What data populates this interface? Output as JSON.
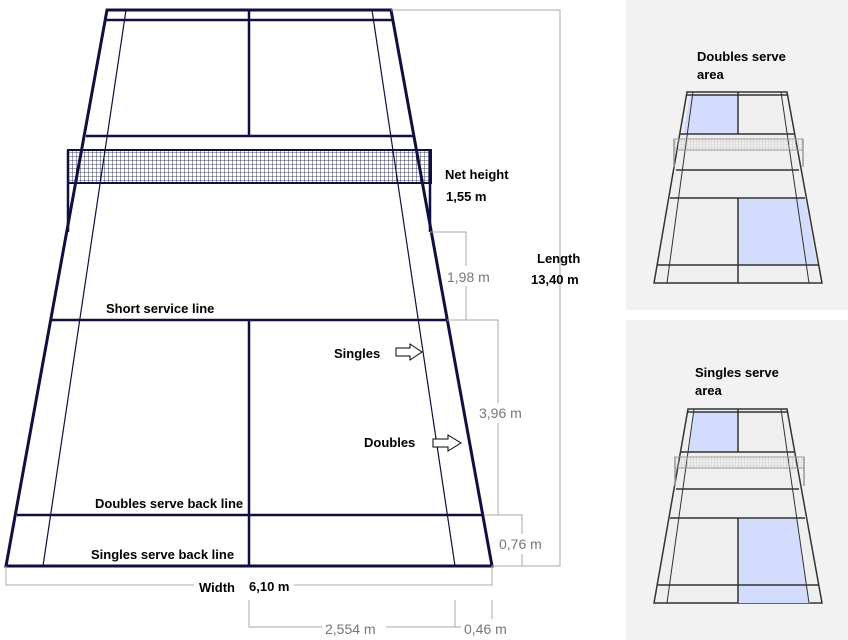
{
  "court": {
    "net_height_label": "Net height",
    "net_height_value": "1,55 m",
    "length_label": "Length",
    "length_value": "13,40 m",
    "short_service_line": "Short service line",
    "singles": "Singles",
    "doubles": "Doubles",
    "doubles_serve_back_line": "Doubles serve back line",
    "singles_serve_back_line": "Singles serve back line",
    "width_label": "Width",
    "width_value": "6,10 m"
  },
  "dimensions": {
    "d_198": "1,98 m",
    "d_396": "3,96 m",
    "d_076": "0,76 m",
    "d_2554": "2,554 m",
    "d_046": "0,46 m"
  },
  "panels": {
    "doubles_title_1": "Doubles serve",
    "doubles_title_2": "area",
    "singles_title_1": "Singles serve",
    "singles_title_2": "area"
  },
  "colors": {
    "court_line": "#101040",
    "serve_area": "#d3dcfc",
    "panel_bg": "#f2f2f2",
    "dimension_text": "#777777"
  }
}
